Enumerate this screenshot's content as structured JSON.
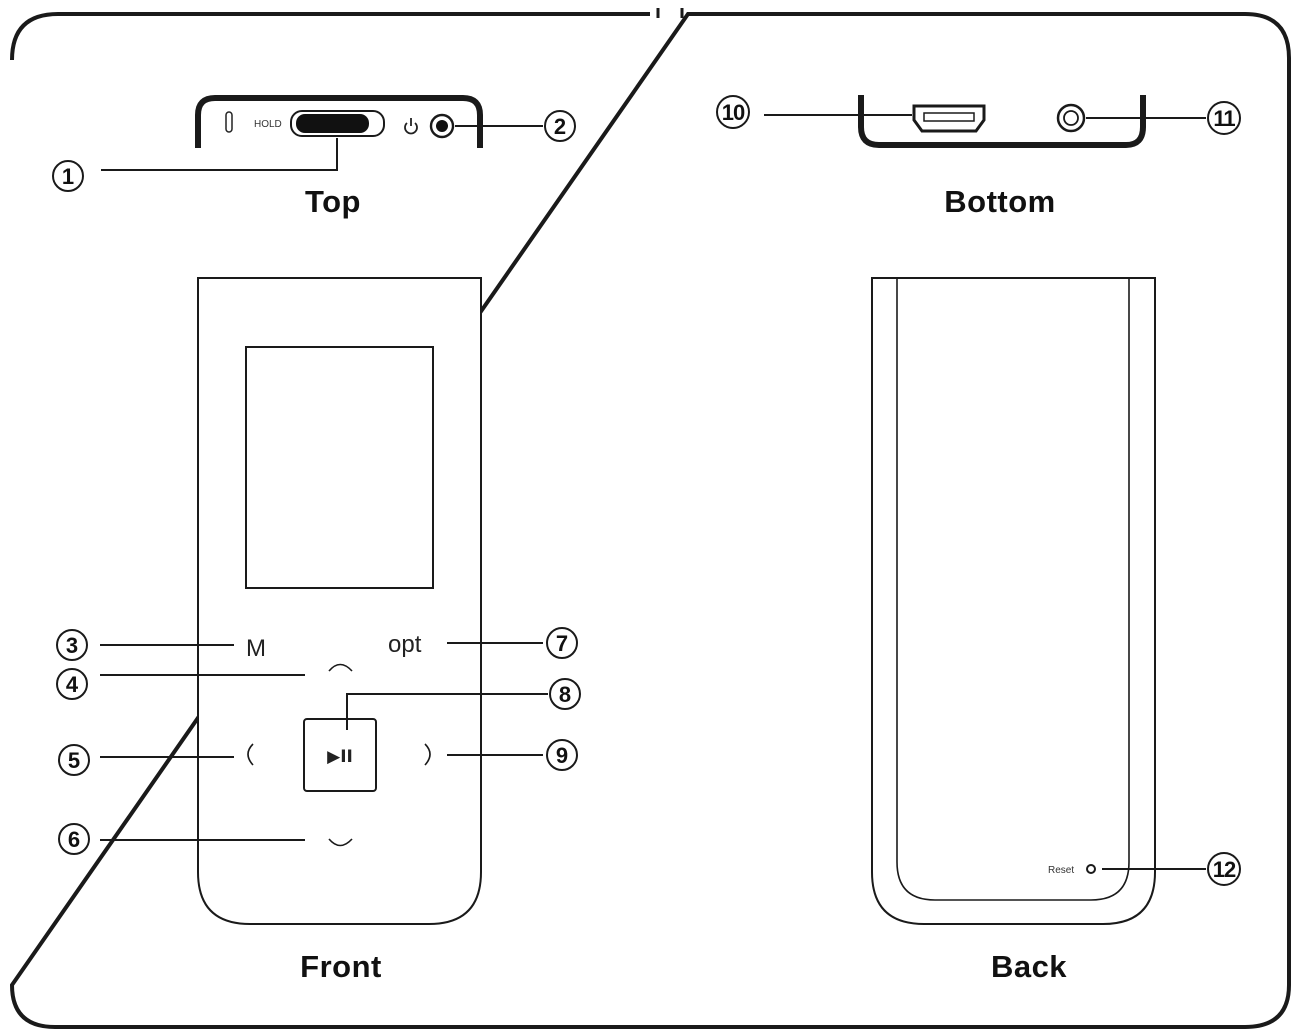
{
  "views": {
    "top": "Top",
    "bottom": "Bottom",
    "front": "Front",
    "back": "Back"
  },
  "device_text": {
    "hold": "HOLD",
    "menu": "M",
    "option": "opt",
    "play_pause": "▶II",
    "reset": "Reset"
  },
  "callouts": [
    "1",
    "2",
    "3",
    "4",
    "5",
    "6",
    "7",
    "8",
    "9",
    "10",
    "11",
    "12"
  ],
  "icons": {
    "power": "power-icon",
    "up": "chevron-up-icon",
    "down": "chevron-down-icon",
    "left": "chevron-left-icon",
    "right": "chevron-right-icon",
    "usb": "usb-port-icon",
    "headphone": "headphone-jack-icon"
  }
}
